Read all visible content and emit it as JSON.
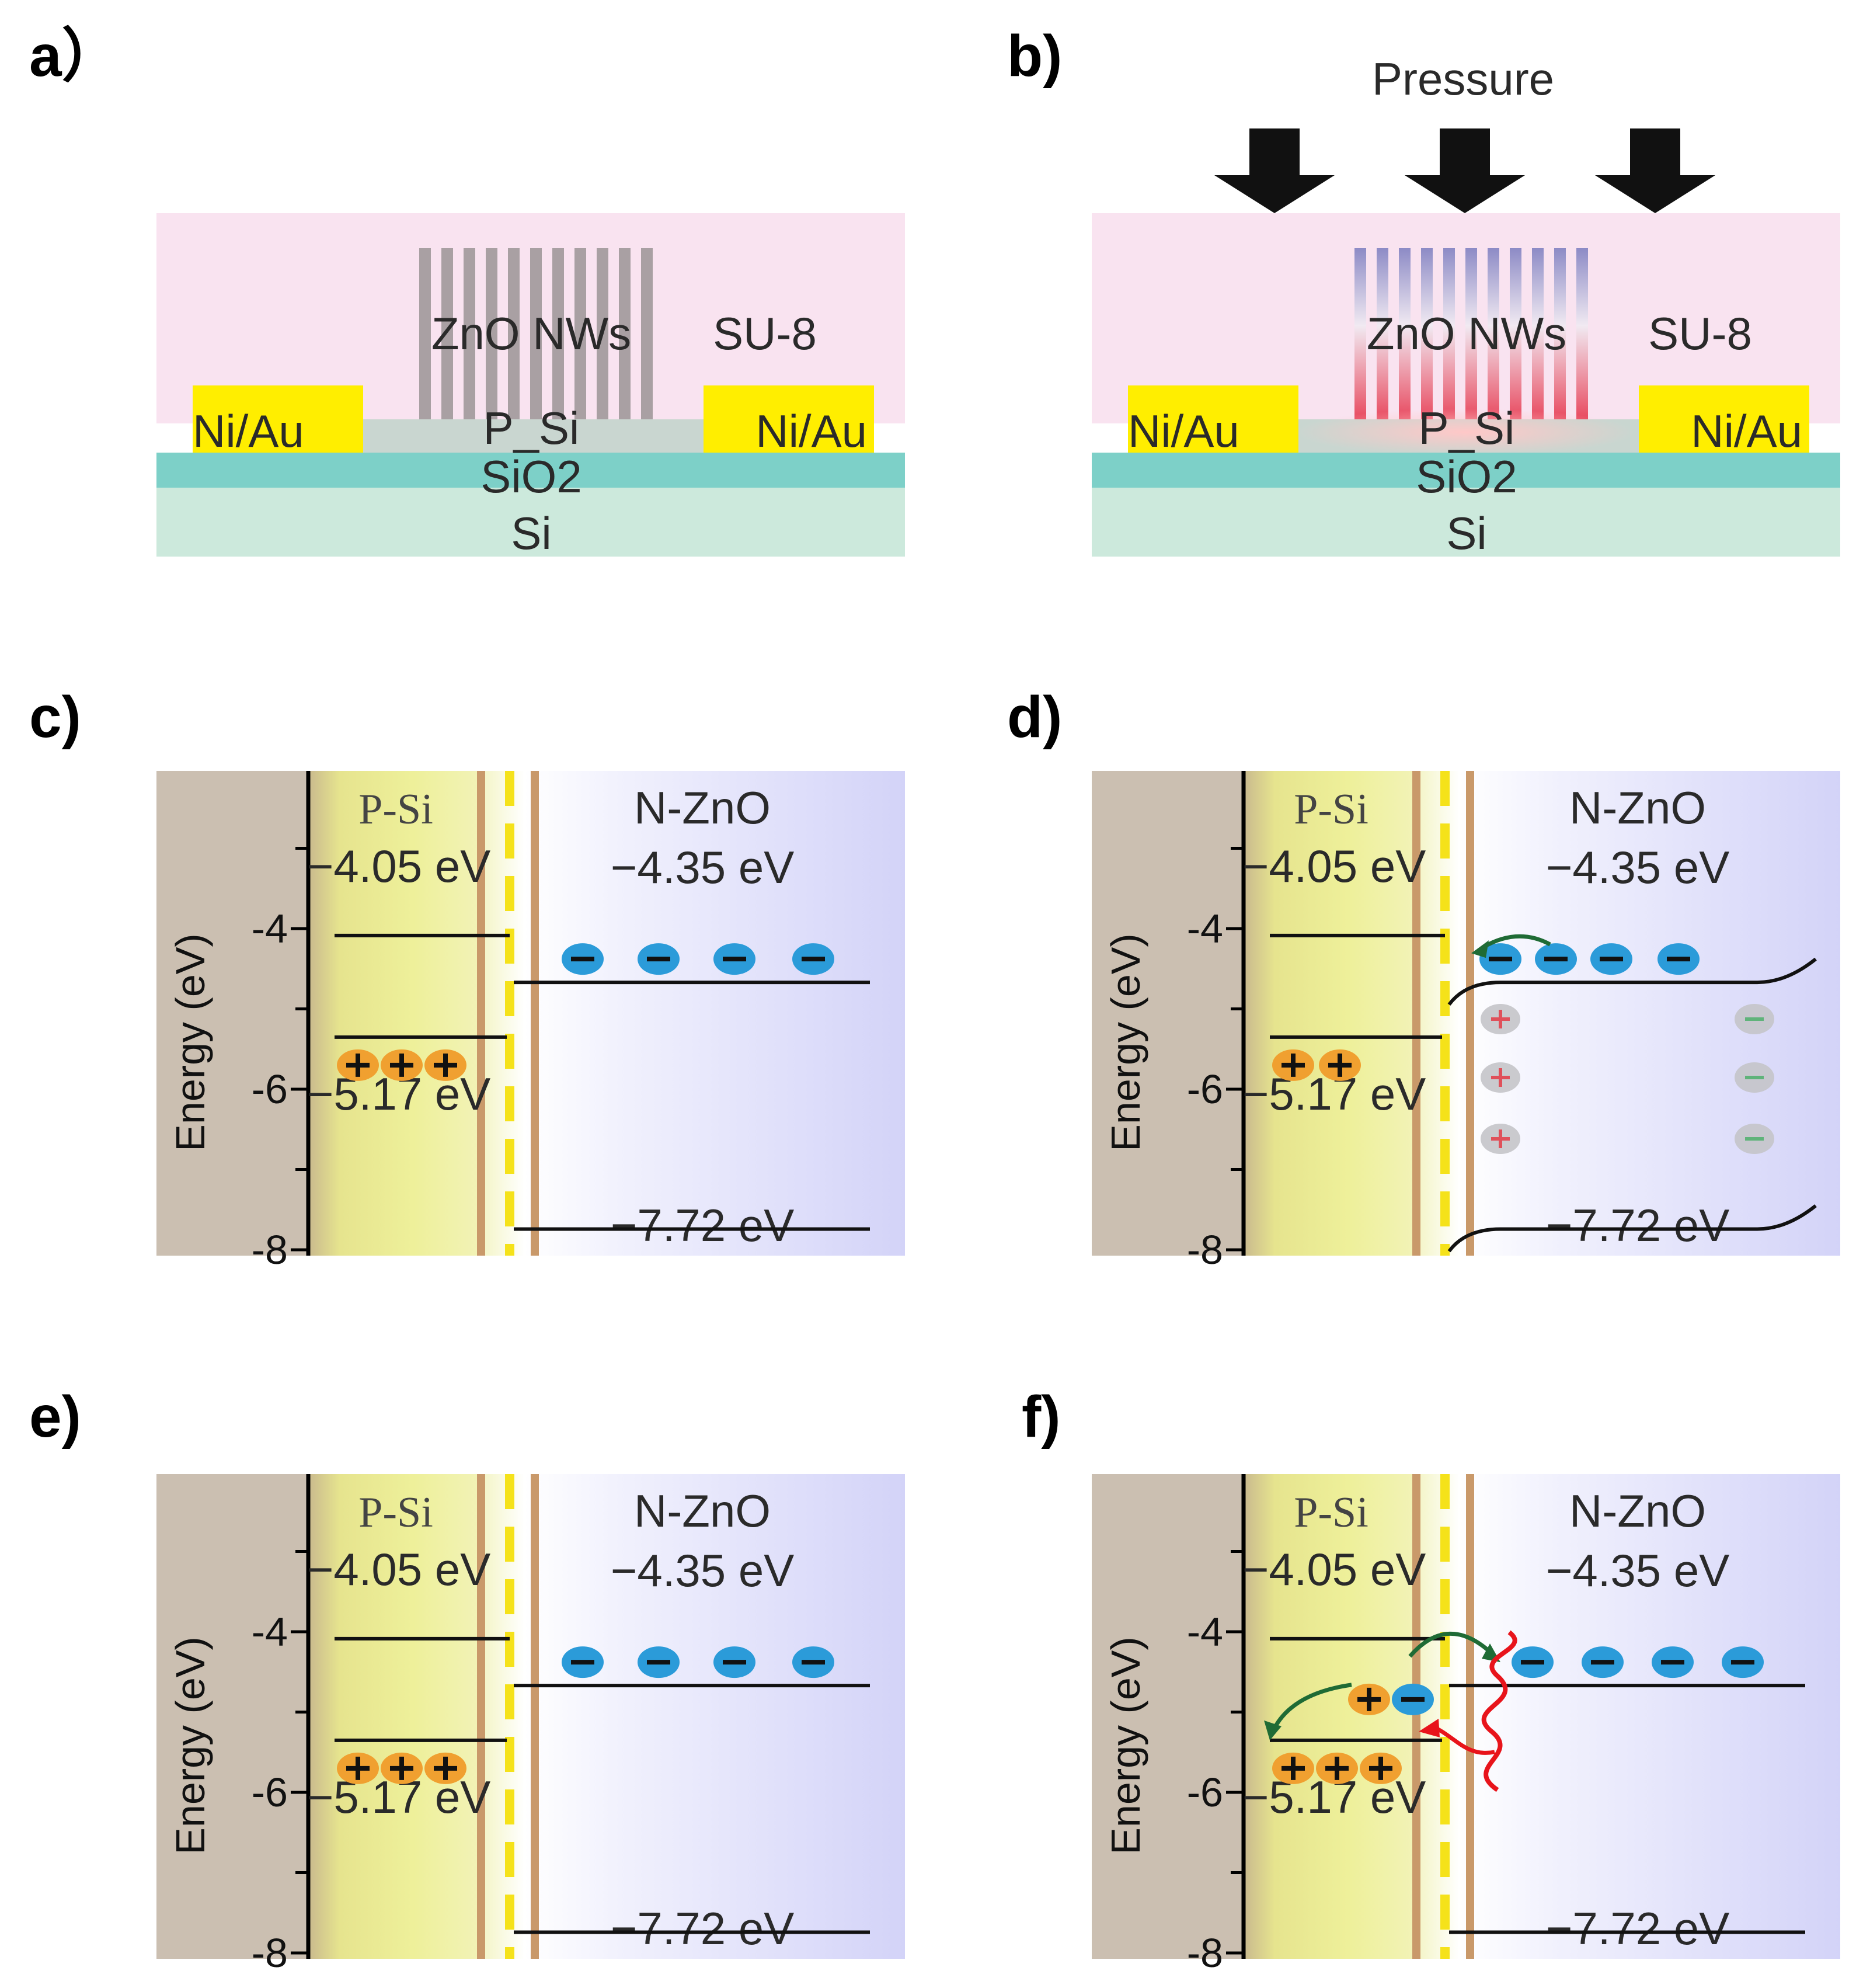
{
  "panel_labels": [
    "a）",
    "b)",
    "c)",
    "d)",
    "e)",
    "f)"
  ],
  "device": {
    "pressure_label": "Pressure",
    "zno_label": "ZnO NWs",
    "su8_label": "SU-8",
    "contact_label": "Ni/Au",
    "psi_label": "P_Si",
    "oxide_label": "SiO2",
    "substrate_label": "Si"
  },
  "band": {
    "p_side_label": "P-Si",
    "n_side_label": "N-ZnO",
    "p_cb_label": "−4.05 eV",
    "p_vb_label": "−5.17 eV",
    "n_cb_label": "−4.35 eV",
    "n_vb_label": "−7.72 eV",
    "y_axis_title": "Energy (eV)",
    "y_ticks": [
      "-4",
      "-6",
      "-8"
    ],
    "y_tick_values": [
      -4,
      -6,
      -8
    ],
    "p_cb_value": -4.05,
    "p_vb_value": -5.17,
    "n_cb_value": -4.35,
    "n_vb_value": -7.72,
    "plus_symbol": "+",
    "minus_symbol": "−"
  },
  "colors": {
    "su8": "#f9e3f0",
    "ni_au": "#ffee00",
    "p_si_layer": "#c9d6d0",
    "sio2": "#7dd0c8",
    "si": "#cce9dc",
    "nanowire": "#a9a0a3",
    "left_region": "#cbbfb1",
    "p_region": "#eef09a",
    "n_region": "#d7d7fa",
    "electron": "#2b9bd9",
    "hole": "#f0a030",
    "interface_line": "#c9996a",
    "dashed_line": "#f5e21a",
    "arrow_green": "#1f6b35",
    "photon_red": "#e8141b"
  }
}
